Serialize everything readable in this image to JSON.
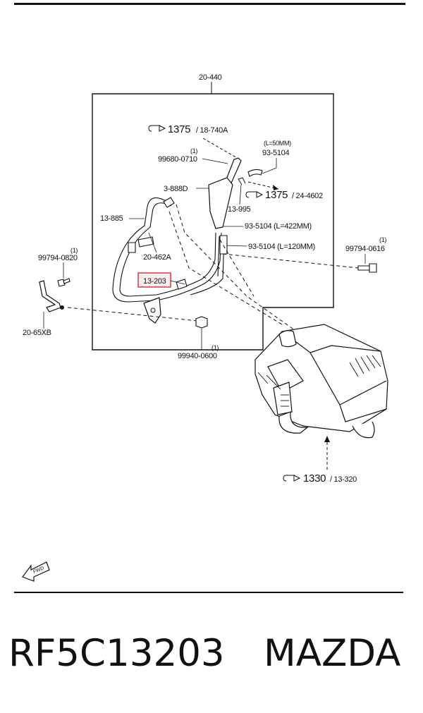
{
  "diagram": {
    "labels": {
      "assembly": "20-440",
      "ref_1375_a": "1375",
      "ref_1375_a_sub": "/ 18-740A",
      "qty_99680": "(1)",
      "part_99680": "99680-0710",
      "len_50": "(L=50MM)",
      "part_93_5104_top": "93-5104",
      "part_3_888d": "3-888D",
      "part_13_995": "13-995",
      "ref_1375_b": "1375",
      "ref_1375_b_sub": "/ 24-4602",
      "part_13_885": "13-885",
      "part_93_5104_422": "93-5104 (L=422MM)",
      "part_93_5104_120": "93-5104 (L=120MM)",
      "part_20_462a": "20-462A",
      "qty_99794_0820": "(1)",
      "part_99794_0820": "99794-0820",
      "qty_99794_0616": "(1)",
      "part_99794_0616": "99794-0616",
      "part_13_203": "13-203",
      "part_20_65xb": "20-65XB",
      "qty_99940": "(1)",
      "part_99940": "99940-0600",
      "ref_1330": "1330",
      "ref_1330_sub": "/ 13-320",
      "fwd": "FWD"
    },
    "highlight_color": "#e0383e",
    "line_color": "#111111"
  },
  "caption": {
    "part_number": "RF5C13203",
    "brand": "MAZDA"
  }
}
